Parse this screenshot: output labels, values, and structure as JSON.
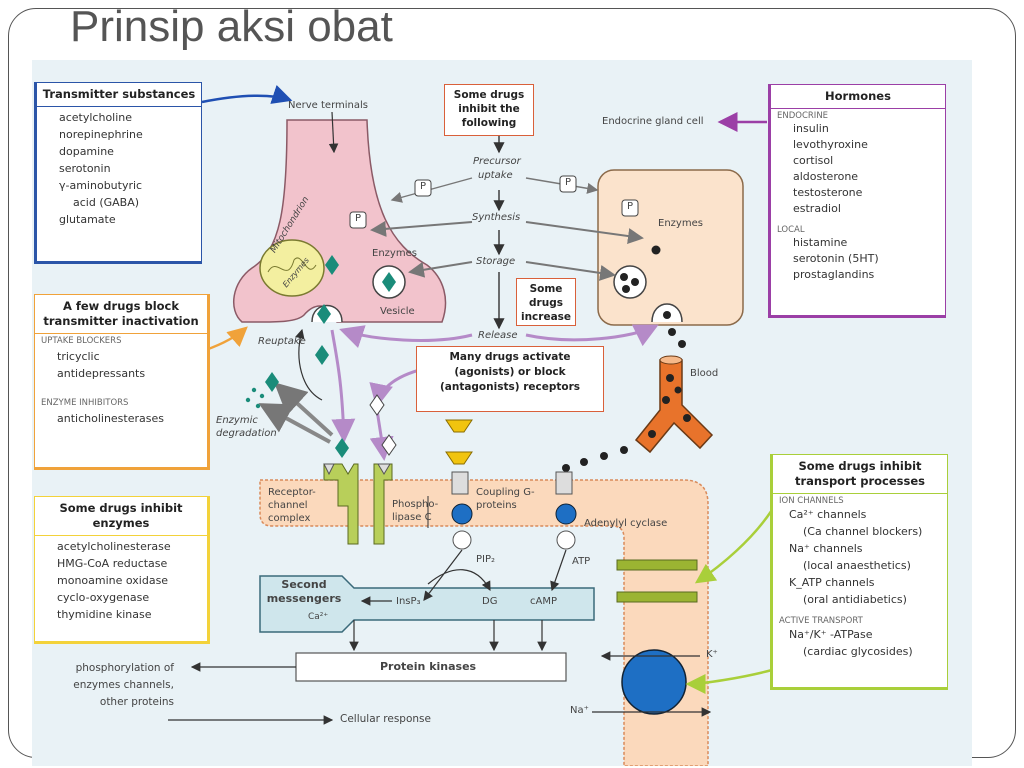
{
  "slide": {
    "title": "Prinsip aksi obat"
  },
  "boxes": {
    "transmitters": {
      "title": "Transmitter substances",
      "items": [
        "acetylcholine",
        "norepinephrine",
        "dopamine",
        "serotonin",
        "γ-aminobutyric",
        "acid (GABA)",
        "glutamate"
      ]
    },
    "inactivation": {
      "title": "A few drugs block transmitter inactivation",
      "uptake_heading": "UPTAKE BLOCKERS",
      "uptake_items": [
        "tricyclic",
        "antidepressants"
      ],
      "enzyme_heading": "ENZYME INHIBITORS",
      "enzyme_items": [
        "anticholinesterases"
      ]
    },
    "enzymes": {
      "title": "Some drugs inhibit enzymes",
      "items": [
        "acetylcholinesterase",
        "HMG-CoA reductase",
        "monoamine oxidase",
        "cyclo-oxygenase",
        "thymidine kinase"
      ]
    },
    "hormones": {
      "title": "Hormones",
      "endocrine_heading": "ENDOCRINE",
      "endocrine_items": [
        "insulin",
        "levothyroxine",
        "cortisol",
        "aldosterone",
        "testosterone",
        "estradiol"
      ],
      "local_heading": "LOCAL",
      "local_items": [
        "histamine",
        "serotonin (5HT)",
        "prostaglandins"
      ]
    },
    "transport": {
      "title": "Some drugs inhibit transport processes",
      "ion_heading": "ION CHANNELS",
      "ion_items": [
        "Ca²⁺ channels",
        "(Ca channel blockers)",
        "Na⁺ channels",
        "(local anaesthetics)",
        "K_ATP channels",
        "(oral antidiabetics)"
      ],
      "active_heading": "ACTIVE TRANSPORT",
      "active_items": [
        "Na⁺/K⁺ -ATPase",
        "(cardiac glycosides)"
      ]
    }
  },
  "callouts": {
    "inhibit": "Some drugs inhibit the following",
    "increase": "Some drugs increase",
    "receptors": "Many drugs activate (agonists) or block (antagonists) receptors"
  },
  "labels": {
    "nerve_terminals": "Nerve terminals",
    "endocrine_cell": "Endocrine gland cell",
    "precursor": "Precursor",
    "uptake": "uptake",
    "synthesis": "Synthesis",
    "storage": "Storage",
    "release": "Release",
    "mitochondrion": "Mitochondrion",
    "enzymes_nerve": "Enzymes",
    "enzymes_gland": "Enzymes",
    "vesicle": "Vesicle",
    "reuptake": "Reuptake",
    "enzymic_degradation": "Enzymic degradation",
    "blood": "Blood",
    "receptor_channel": "Receptor-channel complex",
    "phospholipase": "Phospho-lipase C",
    "coupling": "Coupling G-proteins",
    "adenylyl": "Adenylyl cyclase",
    "pip2": "PIP₂",
    "atp": "ATP",
    "second_messengers": "Second messengers",
    "insp3": "InsP₃",
    "dg": "DG",
    "camp": "cAMP",
    "ca": "Ca²⁺",
    "protein_kinases": "Protein kinases",
    "phosphorylation": "phosphorylation of enzymes channels, other proteins",
    "cellular_response": "Cellular response",
    "k_ion": "K⁺",
    "na_ion": "Na⁺",
    "p_marker": "P",
    "enzyme_text": "Enzymes"
  },
  "colors": {
    "nerve_fill": "#f2c3cc",
    "gland_fill": "#fbe3cc",
    "membrane_fill": "#fbd9bc",
    "receptor_green": "#b8cf5a",
    "drug_teal": "#1a8c7a",
    "blood_orange": "#e8732b",
    "transmitter_border": "#2b55a8",
    "hormone_border": "#9b3fa6",
    "transport_border": "#a9cf3a",
    "orange_border": "#f0a23a",
    "gprotein_blue": "#1e6fc4",
    "second_messenger_fill": "#cfe6ec"
  }
}
